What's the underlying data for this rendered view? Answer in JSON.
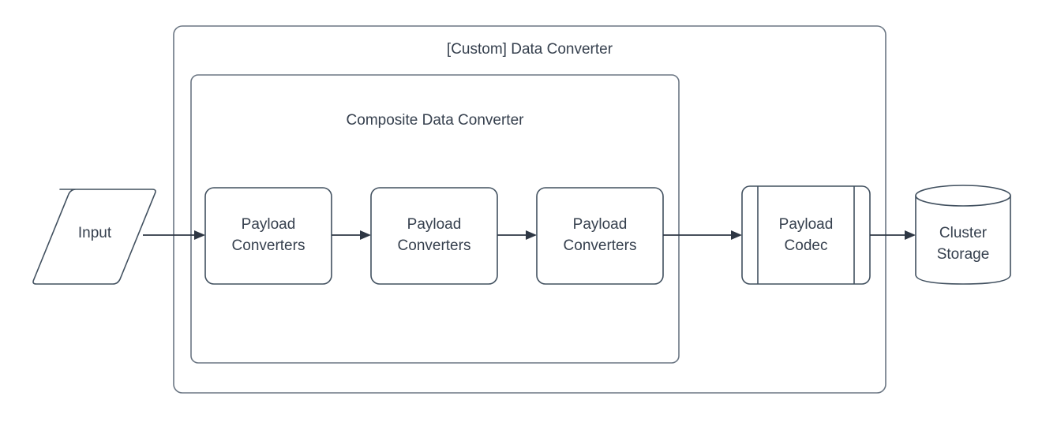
{
  "diagram": {
    "type": "flowchart",
    "background_color": "#ffffff",
    "stroke_color": "#41505f",
    "container_stroke_color": "#6b7683",
    "connector_color": "#2e3744",
    "text_color": "#36404e",
    "containers": [
      {
        "id": "custom-data-converter",
        "label": "[Custom] Data Converter",
        "shape": "rounded-rectangle"
      },
      {
        "id": "composite-data-converter",
        "label": "Composite Data Converter",
        "shape": "rounded-rectangle"
      }
    ],
    "nodes": [
      {
        "id": "input",
        "label": "Input",
        "shape": "parallelogram"
      },
      {
        "id": "payload-converters-1",
        "label_line1": "Payload",
        "label_line2": "Converters",
        "shape": "rounded-rectangle"
      },
      {
        "id": "payload-converters-2",
        "label_line1": "Payload",
        "label_line2": "Converters",
        "shape": "rounded-rectangle"
      },
      {
        "id": "payload-converters-3",
        "label_line1": "Payload",
        "label_line2": "Converters",
        "shape": "rounded-rectangle"
      },
      {
        "id": "payload-codec",
        "label_line1": "Payload",
        "label_line2": "Codec",
        "shape": "predefined-process"
      },
      {
        "id": "cluster-storage",
        "label_line1": "Cluster",
        "label_line2": "Storage",
        "shape": "cylinder"
      }
    ],
    "edges": [
      {
        "id": "edge-input-to-pc1",
        "from": "input",
        "to": "payload-converters-1",
        "arrow": "single"
      },
      {
        "id": "edge-pc1-to-pc2",
        "from": "payload-converters-1",
        "to": "payload-converters-2",
        "arrow": "single"
      },
      {
        "id": "edge-pc2-to-pc3",
        "from": "payload-converters-2",
        "to": "payload-converters-3",
        "arrow": "single"
      },
      {
        "id": "edge-pc3-to-codec",
        "from": "payload-converters-3",
        "to": "payload-codec",
        "arrow": "single"
      },
      {
        "id": "edge-codec-to-storage",
        "from": "payload-codec",
        "to": "cluster-storage",
        "arrow": "single"
      }
    ]
  }
}
